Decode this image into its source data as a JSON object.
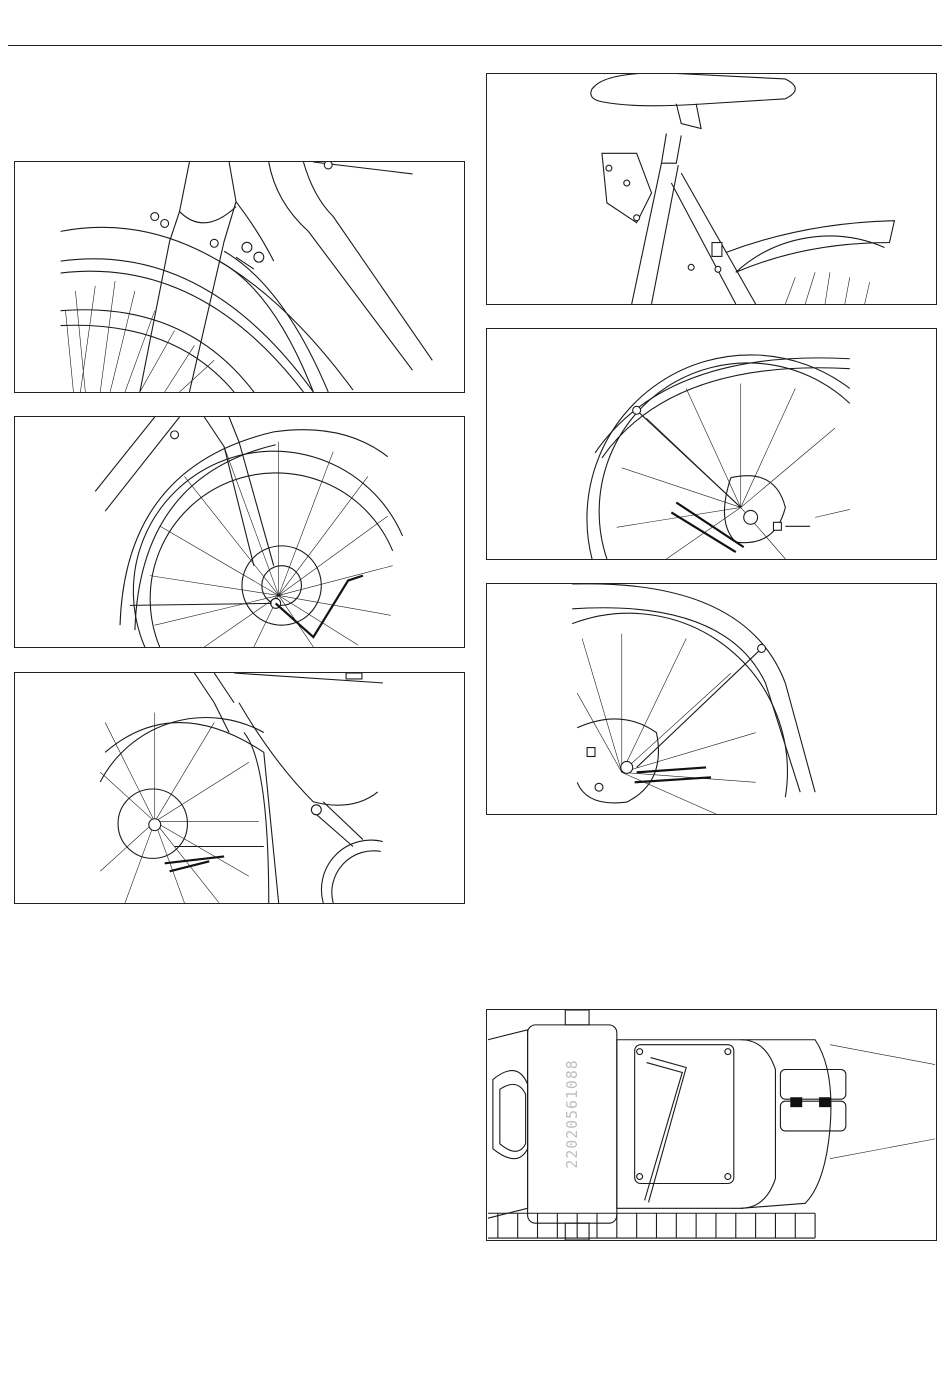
{
  "page": {
    "figures": [
      {
        "id": "fig-1",
        "subject": "fork-crown-fender-mount"
      },
      {
        "id": "fig-2",
        "subject": "front-wheel-fender-stay"
      },
      {
        "id": "fig-3",
        "subject": "front-wheel-crank-view"
      },
      {
        "id": "fig-4",
        "subject": "seat-post-rear-fender"
      },
      {
        "id": "fig-5",
        "subject": "rear-wheel-fender-stay-right"
      },
      {
        "id": "fig-6",
        "subject": "rear-wheel-fender-stay-left"
      },
      {
        "id": "fig-7",
        "subject": "motor-serial-hex-key"
      }
    ],
    "serial_number": "22020561088"
  }
}
